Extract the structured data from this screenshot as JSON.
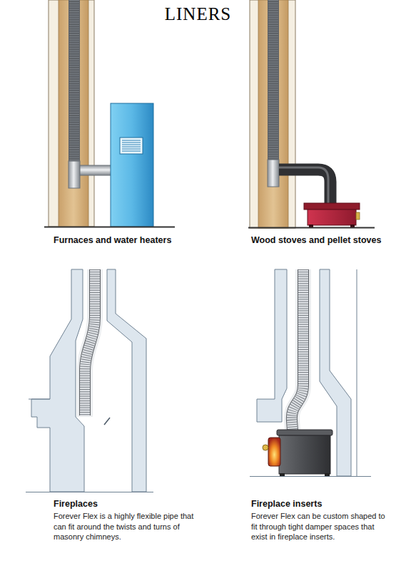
{
  "diagram": {
    "title": "LINERS",
    "labels": [
      "Furnaces and water heaters",
      "Wood stoves and pellet stoves",
      "Fireplaces",
      "Forever Flex is a highly flexible pipe that can fit around the twists and turns of masonry chimneys.",
      "Fireplace inserts",
      "Forever Flex can be custom shaped to fit through tight damper spaces that exist in fireplace inserts."
    ]
  }
}
